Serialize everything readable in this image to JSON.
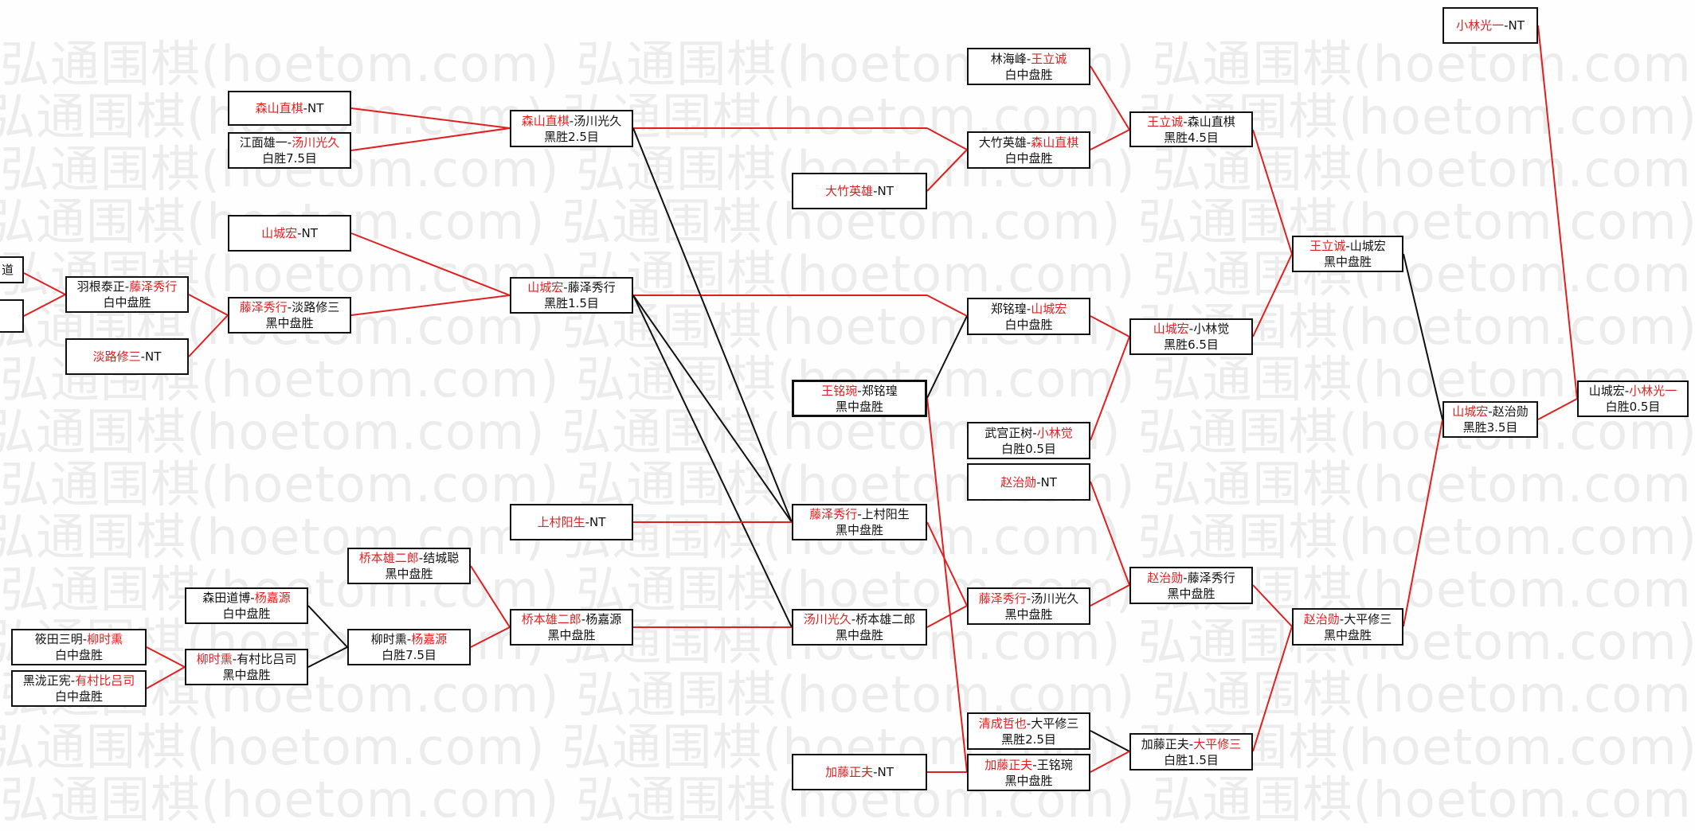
{
  "watermark": "弘通围棋(hoetom.com)",
  "colors": {
    "winner": "#e02020",
    "line": "#111111",
    "advance": "#e02020"
  },
  "nodes": {
    "cutoff1": {
      "l": "",
      "w": "",
      "r": "道",
      "res": ""
    },
    "cutoff2": {
      "l": "",
      "w": "",
      "r": "",
      "res": ""
    },
    "n_habu": {
      "l": "羽根泰正-",
      "w": "藤泽秀行",
      "r": "",
      "res": "白中盘胜"
    },
    "n_awaji": {
      "l": "",
      "w": "淡路修三",
      "r": "-NT",
      "res": ""
    },
    "n_moriyama_bye": {
      "l": "",
      "w": "森山直棋",
      "r": "-NT",
      "res": ""
    },
    "n_emen": {
      "l": "江面雄一-",
      "w": "汤川光久",
      "r": "",
      "res": "白胜7.5目"
    },
    "n_yamashiro_bye": {
      "l": "",
      "w": "山城宏",
      "r": "-NT",
      "res": ""
    },
    "n_fujisawa_awaji": {
      "l": "",
      "w": "藤泽秀行",
      "r": "-淡路修三",
      "res": "黑中盘胜"
    },
    "n_r2_moriyama": {
      "l": "",
      "w": "森山直棋",
      "r": "-汤川光久",
      "res": "黑胜2.5目"
    },
    "n_r2_yamashiro": {
      "l": "",
      "w": "山城宏",
      "r": "-藤泽秀行",
      "res": "黑胜1.5目"
    },
    "n_otake_bye": {
      "l": "",
      "w": "大竹英雄",
      "r": "-NT",
      "res": ""
    },
    "n_wang_zheng": {
      "l": "",
      "w": "王铭琬",
      "r": "-郑铭瑝",
      "res": "黑中盘胜"
    },
    "n_uemura_bye": {
      "l": "",
      "w": "上村阳生",
      "r": "-NT",
      "res": ""
    },
    "n_fuji_uemura": {
      "l": "",
      "w": "藤泽秀行",
      "r": "-上村阳生",
      "res": "黑中盘胜"
    },
    "n_yugawa_hashi": {
      "l": "",
      "w": "汤川光久",
      "r": "-桥本雄二郎",
      "res": "黑中盘胜"
    },
    "n_kato_bye": {
      "l": "",
      "w": "加藤正夫",
      "r": "-NT",
      "res": ""
    },
    "n_hashi_yuuki": {
      "l": "",
      "w": "桥本雄二郎",
      "r": "-结城聪",
      "res": "黑中盘胜"
    },
    "n_morita": {
      "l": "森田道博-",
      "w": "杨嘉源",
      "r": "",
      "res": "白中盘胜"
    },
    "n_liu_yang": {
      "l": "柳时熏-",
      "w": "杨嘉源",
      "r": "",
      "res": "白胜7.5目"
    },
    "n_hashi_yang": {
      "l": "",
      "w": "桥本雄二郎",
      "r": "-杨嘉源",
      "res": "黑中盘胜"
    },
    "n_shinota": {
      "l": "筱田三明-",
      "w": "柳时熏",
      "r": "",
      "res": "白中盘胜"
    },
    "n_kurotaki": {
      "l": "黑泷正宪-",
      "w": "有村比吕司",
      "r": "",
      "res": "白中盘胜"
    },
    "n_liu_arimura": {
      "l": "",
      "w": "柳时熏",
      "r": "-有村比吕司",
      "res": "黑中盘胜"
    },
    "n_lin_wang": {
      "l": "林海峰-",
      "w": "王立诚",
      "r": "",
      "res": "白中盘胜"
    },
    "n_otake_mori": {
      "l": "大竹英雄-",
      "w": "森山直棋",
      "r": "",
      "res": "白中盘胜"
    },
    "n_zheng_yama": {
      "l": "郑铭瑝-",
      "w": "山城宏",
      "r": "",
      "res": "白中盘胜"
    },
    "n_takemiya": {
      "l": "武宫正树-",
      "w": "小林觉",
      "r": "",
      "res": "白胜0.5目"
    },
    "n_cho_bye": {
      "l": "",
      "w": "赵治勋",
      "r": "-NT",
      "res": ""
    },
    "n_fuji_yugawa": {
      "l": "",
      "w": "藤泽秀行",
      "r": "-汤川光久",
      "res": "黑中盘胜"
    },
    "n_kiyonari": {
      "l": "",
      "w": "清成哲也",
      "r": "-大平修三",
      "res": "黑胜2.5目"
    },
    "n_kato_wang": {
      "l": "",
      "w": "加藤正夫",
      "r": "-王铭琬",
      "res": "黑中盘胜"
    },
    "n_wang_mori": {
      "l": "",
      "w": "王立诚",
      "r": "-森山直棋",
      "res": "黑胜4.5目"
    },
    "n_yama_koba": {
      "l": "",
      "w": "山城宏",
      "r": "-小林觉",
      "res": "黑胜6.5目"
    },
    "n_cho_fuji": {
      "l": "",
      "w": "赵治勋",
      "r": "-藤泽秀行",
      "res": "黑中盘胜"
    },
    "n_kato_ohira": {
      "l": "加藤正夫-",
      "w": "大平修三",
      "r": "",
      "res": "白胜1.5目"
    },
    "n_wang_yama": {
      "l": "",
      "w": "王立诚",
      "r": "-山城宏",
      "res": "黑中盘胜"
    },
    "n_cho_ohira": {
      "l": "",
      "w": "赵治勋",
      "r": "-大平修三",
      "res": "黑中盘胜"
    },
    "n_yama_cho": {
      "l": "",
      "w": "山城宏",
      "r": "-赵治勋",
      "res": "黑胜3.5目"
    },
    "n_kobayashi_bye": {
      "l": "",
      "w": "小林光一",
      "r": "-NT",
      "res": ""
    },
    "n_final": {
      "l": "山城宏-",
      "w": "小林光一",
      "r": "",
      "res": "白胜0.5目"
    }
  }
}
